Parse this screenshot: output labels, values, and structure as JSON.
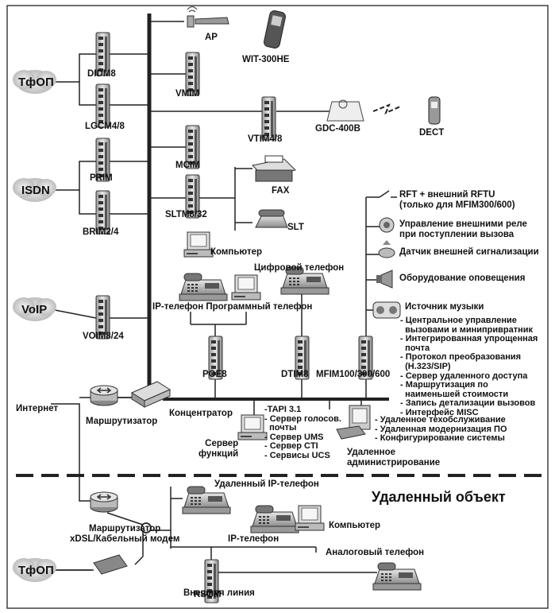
{
  "networks": {
    "pstn": "ТфОП",
    "isdn": "ISDN",
    "voip": "VoIP",
    "internet": "Интернет",
    "pstn_remote": "ТфОП"
  },
  "cards": {
    "didm8": "DIDM8",
    "lgcm": "LGCM4/8",
    "prim": "PRIM",
    "brim": "BRIM2/4",
    "voim": "VOIM8/24",
    "vmim": "VMIM",
    "mcim": "MCIM",
    "sltm": "SLTM8/32",
    "vtim": "VTIM4/8",
    "poe8": "POE8",
    "dtim8": "DTIM8",
    "mfim": "MFIM100/300/600",
    "rsgm": "RSGM"
  },
  "devices": {
    "ap": "AP",
    "wit": "WIT-300HE",
    "gdc": "GDC-400B",
    "dect": "DECT",
    "fax": "FAX",
    "slt": "SLT",
    "computer": "Компьютер",
    "digital_phone": "Цифровой телефон",
    "ip_soft": "IP-телефон Программный телефон",
    "router": "Маршрутизатор",
    "hub": "Концентратор",
    "server": "Сервер\nфункций",
    "remote_admin": "Удаленное\nадминистрирование"
  },
  "mfim_features": [
    "RFT + внешний RFTU\n(только для MFIM300/600)",
    "Управление внешними реле\nпри поступлении вызова",
    "Датчик внешней сигнализации",
    "Оборудование оповещения",
    "Источник музыки"
  ],
  "mfim_list": "- Центральное управление\n  вызовами и минипривратник\n- Интегрированная упрощенная\n  почта\n- Протокол преобразования\n  (H.323/SIP)\n- Сервер удаленного доступа\n- Маршрутизация по\n  наименьшей стоимости\n- Запись детализации вызовов\n- Интерфейс MISC",
  "server_list": "-TAPI 3.1\n- Сервер голосов.\n  почты\n- Сервер UMS\n- Сервер CTI\n- Сервисы UCS",
  "admin_list": "- Удаленное техобслуживание\n- Удаленная модернизация ПО\n- Конфигурирование системы",
  "remote": {
    "title": "Удаленный объект",
    "ip_phone_remote": "Удаленный IP-телефон",
    "computer": "Компьютер",
    "ip_phone": "IP-телефон",
    "analog_phone": "Аналоговый телефон",
    "router_modem": "Маршрутизатор\nxDSL/Кабельный модем",
    "external_line": "Внешняя линия"
  }
}
